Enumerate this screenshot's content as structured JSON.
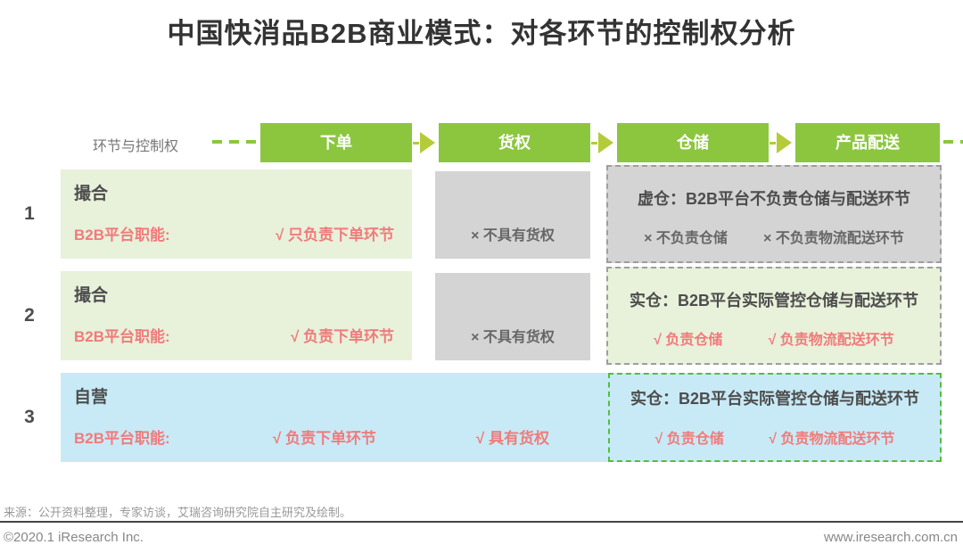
{
  "title": "中国快消品B2B商业模式：对各环节的控制权分析",
  "flow_header": {
    "axis_label": "环节与控制权",
    "stages": [
      {
        "label": "下单"
      },
      {
        "label": "货权"
      },
      {
        "label": "仓储"
      },
      {
        "label": "产品配送"
      }
    ]
  },
  "rows": [
    {
      "index": "1",
      "mode": "撮合",
      "role_label": "B2B平台职能:",
      "order_status": "√ 只负责下单环节",
      "cargo_status": "× 不具有货权",
      "warehouse_title": "虚仓：B2B平台不负责仓储与配送环节",
      "storage_status": "× 不负责仓储",
      "delivery_status": "× 不负责物流配送环节"
    },
    {
      "index": "2",
      "mode": "撮合",
      "role_label": "B2B平台职能:",
      "order_status": "√ 负责下单环节",
      "cargo_status": "× 不具有货权",
      "warehouse_title": "实仓：B2B平台实际管控仓储与配送环节",
      "storage_status": "√ 负责仓储",
      "delivery_status": "√ 负责物流配送环节"
    },
    {
      "index": "3",
      "mode": "自营",
      "role_label": "B2B平台职能:",
      "order_status": "√ 负责下单环节",
      "cargo_status": "√ 具有货权",
      "warehouse_title": "实仓：B2B平台实际管控仓储与配送环节",
      "storage_status": "√ 负责仓储",
      "delivery_status": "√ 负责物流配送环节"
    }
  ],
  "footer": {
    "source": "来源：公开资料整理，专家访谈，艾瑞咨询研究院自主研究及绘制。",
    "copyright": "©2020.1 iResearch Inc.",
    "website": "www.iresearch.com.cn"
  },
  "colors": {
    "brand_green": "#8CC63F",
    "arrow_green": "#B5CB3A",
    "light_green_bg": "#E8F1DA",
    "gray_box_bg": "#D4D4D4",
    "light_blue_bg": "#C8EAF6",
    "pink_text": "#F07B7B",
    "dark_text": "#4D4D4D",
    "gray_dashed_border": "#9E9E9E",
    "green_dashed_border": "#54BE3B"
  }
}
